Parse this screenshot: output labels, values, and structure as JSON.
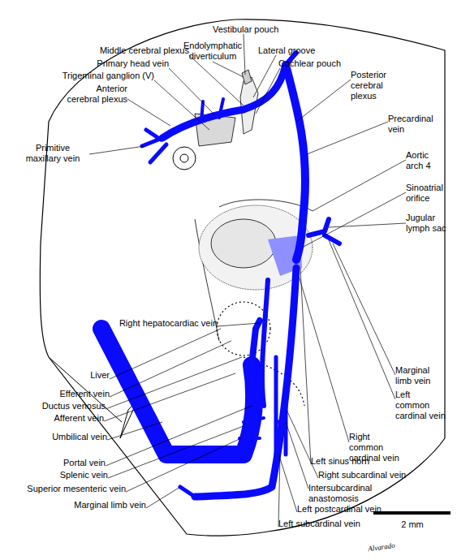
{
  "diagram": {
    "labels": [
      "Vestibular pouch",
      "Endolymphatic diverticulum",
      "Lateral groove",
      "Middle cerebral plexus",
      "Primary head vein",
      "Cochlear pouch",
      "Posterior cerebral plexus",
      "Trigeminal ganglion (V)",
      "Anterior cerebral plexus",
      "Precardinal vein",
      "Primitive maxillary vein",
      "Aortic arch 4",
      "Sinoatrial orifice",
      "Jugular lymph sac",
      "Right hepatocardiac vein",
      "Liver",
      "Efferent vein",
      "Ductus venosus",
      "Afferent vein",
      "Umbilical vein",
      "Portal vein",
      "Splenic vein",
      "Superior mesenteric vein",
      "Marginal limb vein",
      "Marginal limb vein",
      "Left common cardinal vein",
      "Right common cardinal vein",
      "Left sinus horn",
      "Right subcardinal vein",
      "Intersubcardinal anastomosis",
      "Left postcardinal vein",
      "Left subcardinal vein",
      "2 mm",
      "Alvarado"
    ]
  }
}
